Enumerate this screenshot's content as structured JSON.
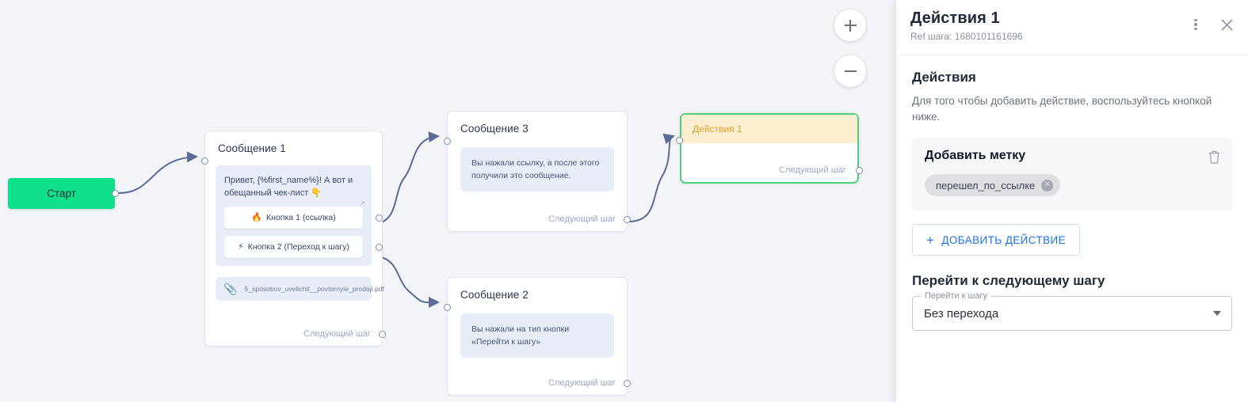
{
  "canvas": {
    "start_node": {
      "label": "Старт"
    },
    "zoom": {
      "in": "+",
      "out": "−"
    },
    "next_step_label": "Следующий шаг",
    "nodes": [
      {
        "id": "msg1",
        "title": "Сообщение 1",
        "bubble_text": "Привет, {%first_name%}! А вот и обещанный чек-лист 👇",
        "buttons": [
          {
            "emoji": "🔥",
            "label": "Кнопка 1 (ссылка)",
            "external": "↗"
          },
          {
            "emoji": "⚡",
            "label": "Кнопка 2 (Переход к шагу)"
          }
        ],
        "attachment": "5_sposobov_uvelichit__povtornyie_prodaji.pdf"
      },
      {
        "id": "msg3",
        "title": "Сообщение 3",
        "bubble_text": "Вы нажали ссылку, а после этого получили это сообщение."
      },
      {
        "id": "msg2",
        "title": "Сообщение 2",
        "bubble_text": "Вы нажали на тип кнопки «Перейти к шагу»"
      },
      {
        "id": "action1",
        "title": "Действия 1",
        "selected": true,
        "accent_color": "#4fd07a",
        "header_color": "#fdeed2",
        "title_color": "#e0a12a"
      }
    ]
  },
  "panel": {
    "title": "Действия 1",
    "subtitle": "Ref шага: 1680101161696",
    "menu_icon": "kebab-menu-icon",
    "close_icon": "close-icon",
    "section": {
      "title": "Действия",
      "description": "Для того чтобы добавить действие, воспользуйтесь кнопкой ниже."
    },
    "action_card": {
      "title": "Добавить метку",
      "delete_icon": "trash-icon",
      "chips": [
        {
          "label": "перешел_по_ссылке",
          "remove": "✕"
        }
      ]
    },
    "add_action_button": {
      "plus": "+",
      "label": "ДОБАВИТЬ ДЕЙСТВИЕ",
      "color": "#1a73e8"
    },
    "goto": {
      "title": "Перейти к следующему шагу",
      "field_legend": "Перейти к шагу",
      "value": "Без перехода"
    }
  }
}
